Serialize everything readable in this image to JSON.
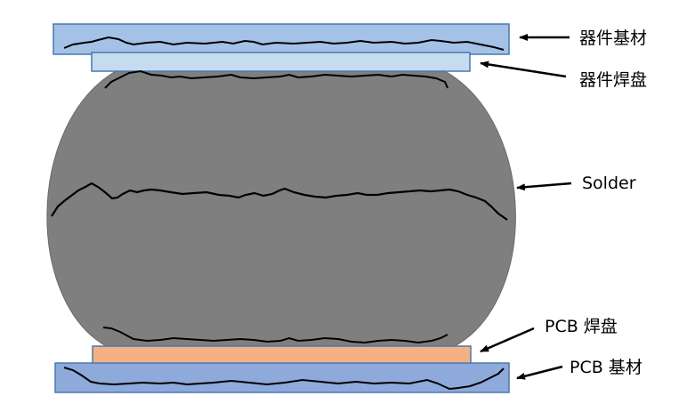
{
  "labels": {
    "device_substrate": "器件基材",
    "device_pad": "器件焊盘",
    "solder": "Solder",
    "pcb_pad": "PCB 焊盘",
    "pcb_substrate": "PCB 基材"
  },
  "colors": {
    "device_substrate_fill": "#a4c2e6",
    "device_pad_fill": "#c5dbf0",
    "solder_fill": "#7f7f7f",
    "pcb_pad_fill": "#f4b183",
    "pcb_substrate_fill": "#8eaadb",
    "outline": "#4a77b0",
    "crack": "#000000"
  }
}
